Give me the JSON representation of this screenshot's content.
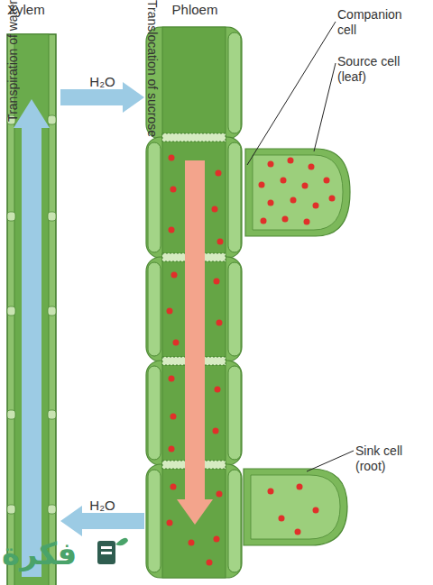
{
  "diagram": {
    "nodes": [
      {
        "text": [
          "Xylem",
          "Transpiration of water"
        ]
      },
      {
        "text": [
          "Phloem",
          "Translocation of sucrose"
        ]
      }
    ],
    "edges": [
      {
        "from": 0,
        "to": 1,
        "label": "H₂O",
        "arrow": "to"
      },
      {
        "from": 1,
        "to": 0,
        "label": "H₂O",
        "arrow": "to"
      }
    ],
    "labels": [
      "Companion cell",
      "Source cell (leaf)",
      "Sink cell (root)",
      "فكرة"
    ]
  }
}
